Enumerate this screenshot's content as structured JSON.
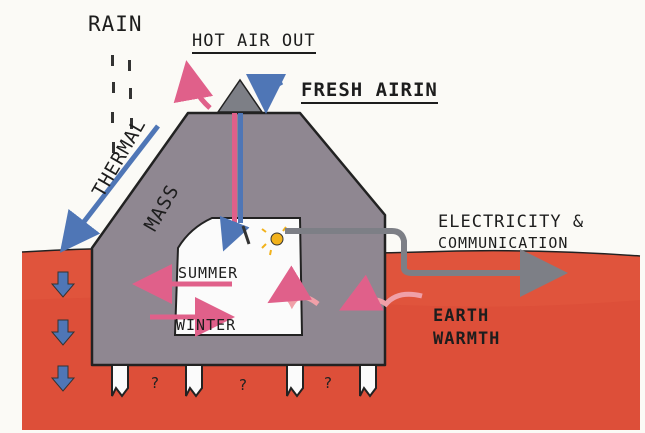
{
  "labels": {
    "rain": "RAIN",
    "hot_air_out": "HOT AIR OUT",
    "fresh_air_in": "FRESH AIRIN",
    "thermal": "THERMAL",
    "mass": "MASS",
    "electricity": "ELECTRICITY &",
    "communication": "COMMUNICATION",
    "summer": "SUMMER",
    "winter": "WINTER",
    "earth": "EARTH",
    "warmth": "WARMTH",
    "unknown_mark": "?"
  },
  "colors": {
    "soil": "#e0543c",
    "soil_dark": "#c9432f",
    "thermal_mass": "#8f8791",
    "arrow_blue": "#4f76b6",
    "arrow_pink": "#e0608a",
    "duct_gray": "#7d7f86",
    "sun_yellow": "#f2b21c"
  },
  "icons": [
    "rain-drop-icon",
    "down-arrow-icon",
    "sun-icon",
    "warmth-arrow-icon"
  ]
}
